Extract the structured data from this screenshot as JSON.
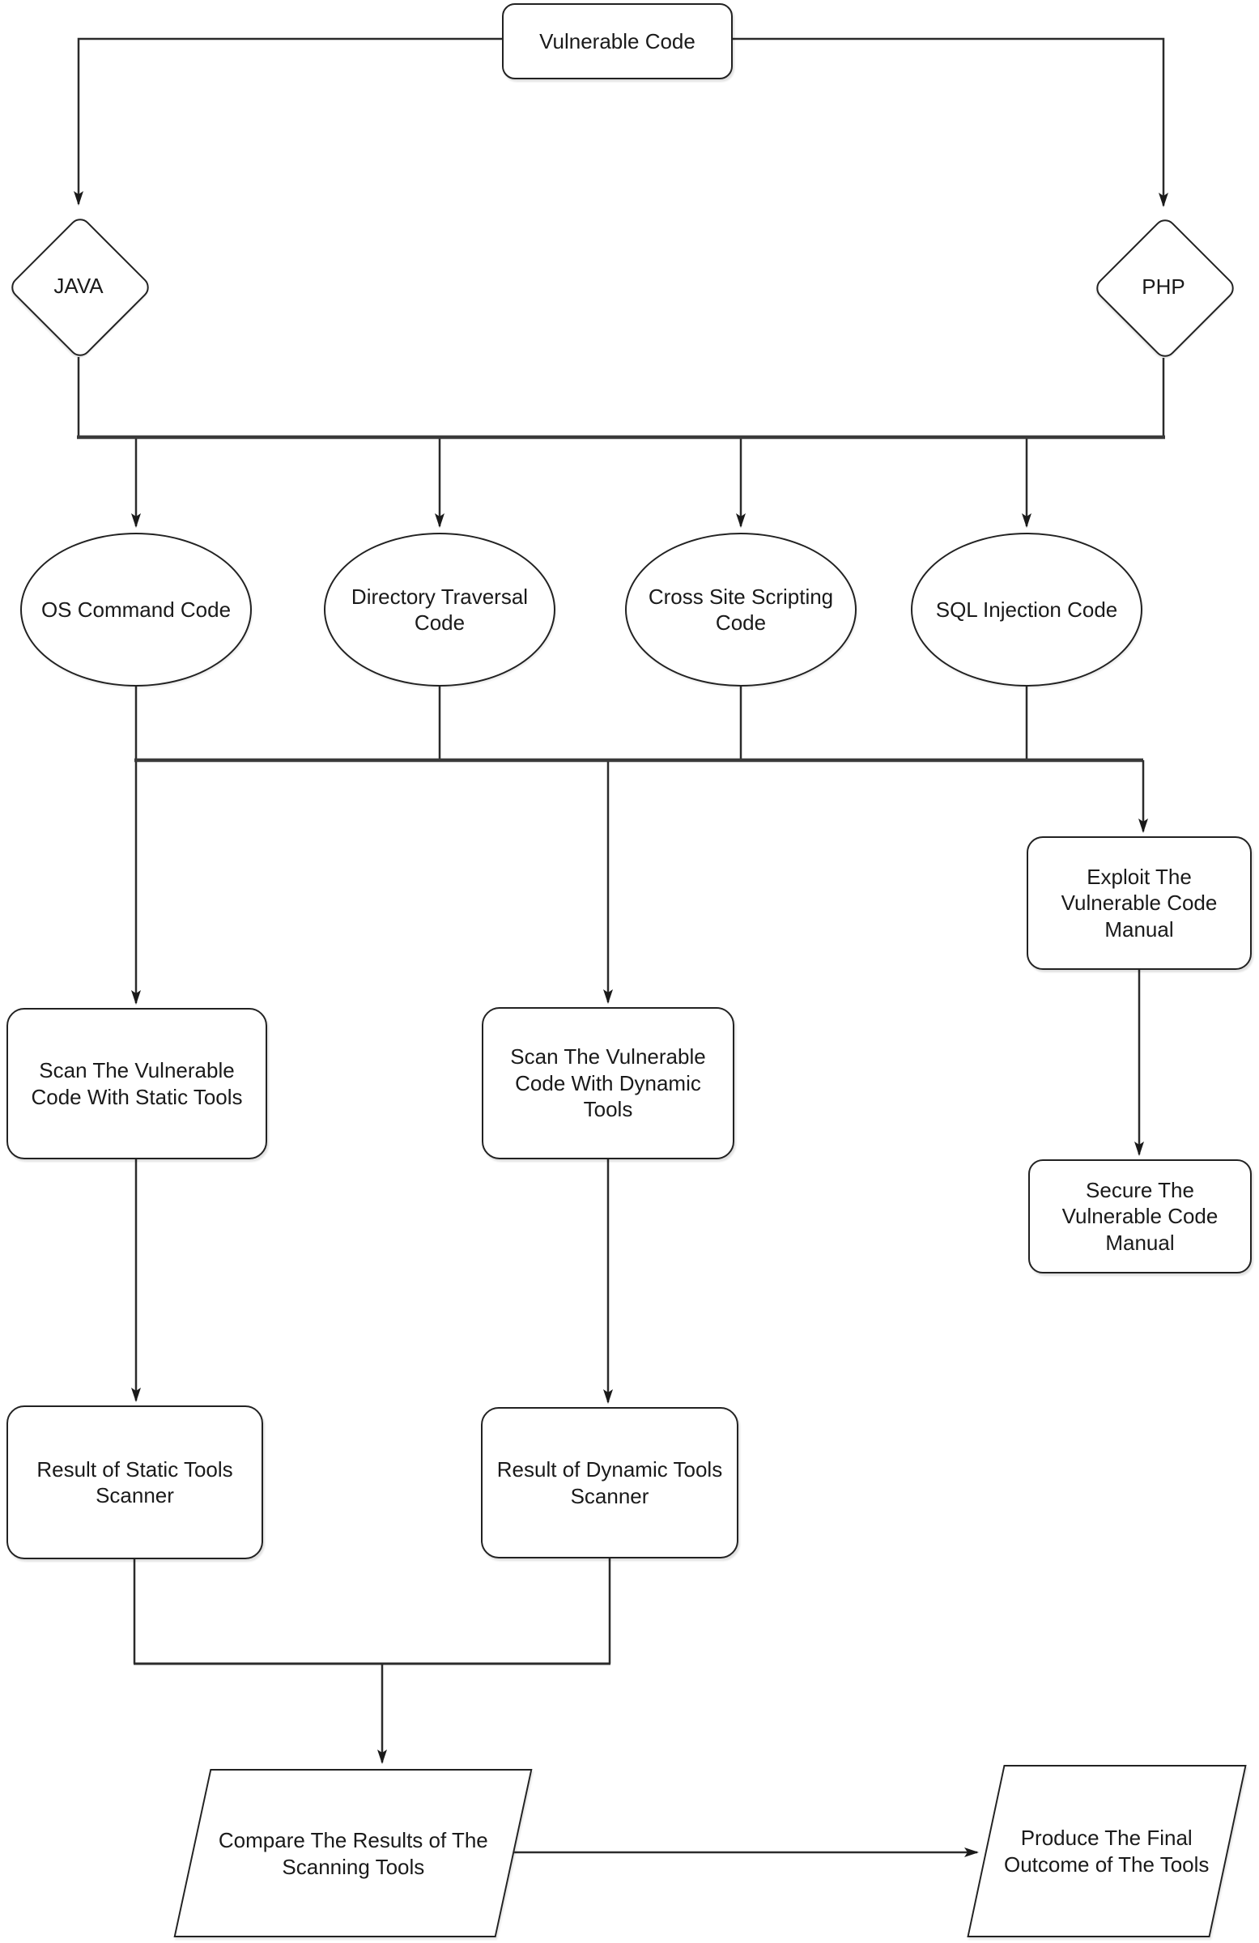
{
  "diagram_type": "flowchart",
  "colors": {
    "stroke": "#222222",
    "fill": "#ffffff",
    "text": "#1a1a1a",
    "background": "#ffffff"
  },
  "nodes": {
    "vulnerable_code": {
      "label": "Vulnerable Code",
      "shape": "rounded-rectangle"
    },
    "java": {
      "label": "JAVA",
      "shape": "diamond"
    },
    "php": {
      "label": "PHP",
      "shape": "diamond"
    },
    "os_command_code": {
      "label": "OS Command Code",
      "shape": "ellipse"
    },
    "directory_traversal_code": {
      "label": "Directory Traversal\nCode",
      "shape": "ellipse"
    },
    "cross_site_scripting_code": {
      "label": "Cross Site Scripting\nCode",
      "shape": "ellipse"
    },
    "sql_injection_code": {
      "label": "SQL Injection Code",
      "shape": "ellipse"
    },
    "exploit_manual": {
      "label": "Exploit The\nVulnerable Code\nManual",
      "shape": "rounded-rectangle"
    },
    "scan_static": {
      "label": "Scan The Vulnerable\nCode With Static Tools",
      "shape": "rounded-rectangle"
    },
    "scan_dynamic": {
      "label": "Scan The Vulnerable\nCode With Dynamic\nTools",
      "shape": "rounded-rectangle"
    },
    "secure_manual": {
      "label": "Secure The\nVulnerable Code\nManual",
      "shape": "rounded-rectangle"
    },
    "result_static": {
      "label": "Result of Static Tools\nScanner",
      "shape": "rounded-rectangle"
    },
    "result_dynamic": {
      "label": "Result of Dynamic Tools\nScanner",
      "shape": "rounded-rectangle"
    },
    "compare_results": {
      "label": "Compare The Results of The\nScanning Tools",
      "shape": "parallelogram"
    },
    "produce_outcome": {
      "label": "Produce The Final\nOutcome of The Tools",
      "shape": "parallelogram"
    }
  },
  "edges": [
    {
      "from": "vulnerable_code",
      "to": "java"
    },
    {
      "from": "vulnerable_code",
      "to": "php"
    },
    {
      "from": "java+php",
      "to": "os_command_code"
    },
    {
      "from": "java+php",
      "to": "directory_traversal_code"
    },
    {
      "from": "java+php",
      "to": "cross_site_scripting_code"
    },
    {
      "from": "java+php",
      "to": "sql_injection_code"
    },
    {
      "from": "all_vulnerability_codes",
      "to": "scan_static"
    },
    {
      "from": "all_vulnerability_codes",
      "to": "scan_dynamic"
    },
    {
      "from": "all_vulnerability_codes",
      "to": "exploit_manual"
    },
    {
      "from": "scan_static",
      "to": "result_static"
    },
    {
      "from": "scan_dynamic",
      "to": "result_dynamic"
    },
    {
      "from": "exploit_manual",
      "to": "secure_manual"
    },
    {
      "from": "result_static+result_dynamic",
      "to": "compare_results"
    },
    {
      "from": "compare_results",
      "to": "produce_outcome"
    }
  ]
}
